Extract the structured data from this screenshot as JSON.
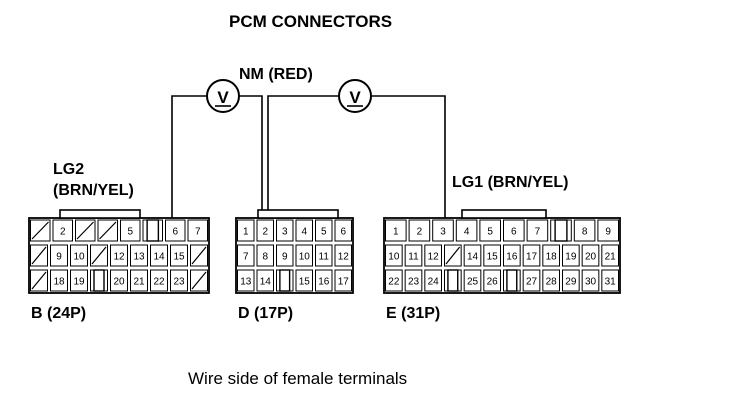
{
  "title": "PCM CONNECTORS",
  "meter_label": "NM (RED)",
  "meter_symbol": "V",
  "lg2_label_line1": "LG2",
  "lg2_label_line2": "(BRN/YEL)",
  "lg1_label": "LG1 (BRN/YEL)",
  "caption": "Wire side of female terminals",
  "connectors": {
    "B": {
      "label": "B (24P)",
      "rows": [
        [
          "/",
          "2",
          "/",
          "/",
          "5",
          "#",
          "6",
          "7"
        ],
        [
          "/",
          "9",
          "10",
          "/",
          "12",
          "13",
          "14",
          "15",
          "/"
        ],
        [
          "/",
          "18",
          "19",
          "#",
          "20",
          "21",
          "22",
          "23",
          "/"
        ]
      ]
    },
    "D": {
      "label": "D (17P)",
      "rows": [
        [
          "1",
          "2",
          "3",
          "4",
          "5",
          "6"
        ],
        [
          "7",
          "8",
          "9",
          "10",
          "11",
          "12"
        ],
        [
          "13",
          "14",
          "#",
          "15",
          "16",
          "17"
        ]
      ]
    },
    "E": {
      "label": "E (31P)",
      "rows": [
        [
          "1",
          "2",
          "3",
          "4",
          "5",
          "6",
          "7",
          "#",
          "8",
          "9"
        ],
        [
          "10",
          "11",
          "12",
          "/",
          "14",
          "15",
          "16",
          "17",
          "18",
          "19",
          "20",
          "21"
        ],
        [
          "22",
          "23",
          "24",
          "#",
          "25",
          "26",
          "#",
          "27",
          "28",
          "29",
          "30",
          "31"
        ]
      ]
    }
  }
}
